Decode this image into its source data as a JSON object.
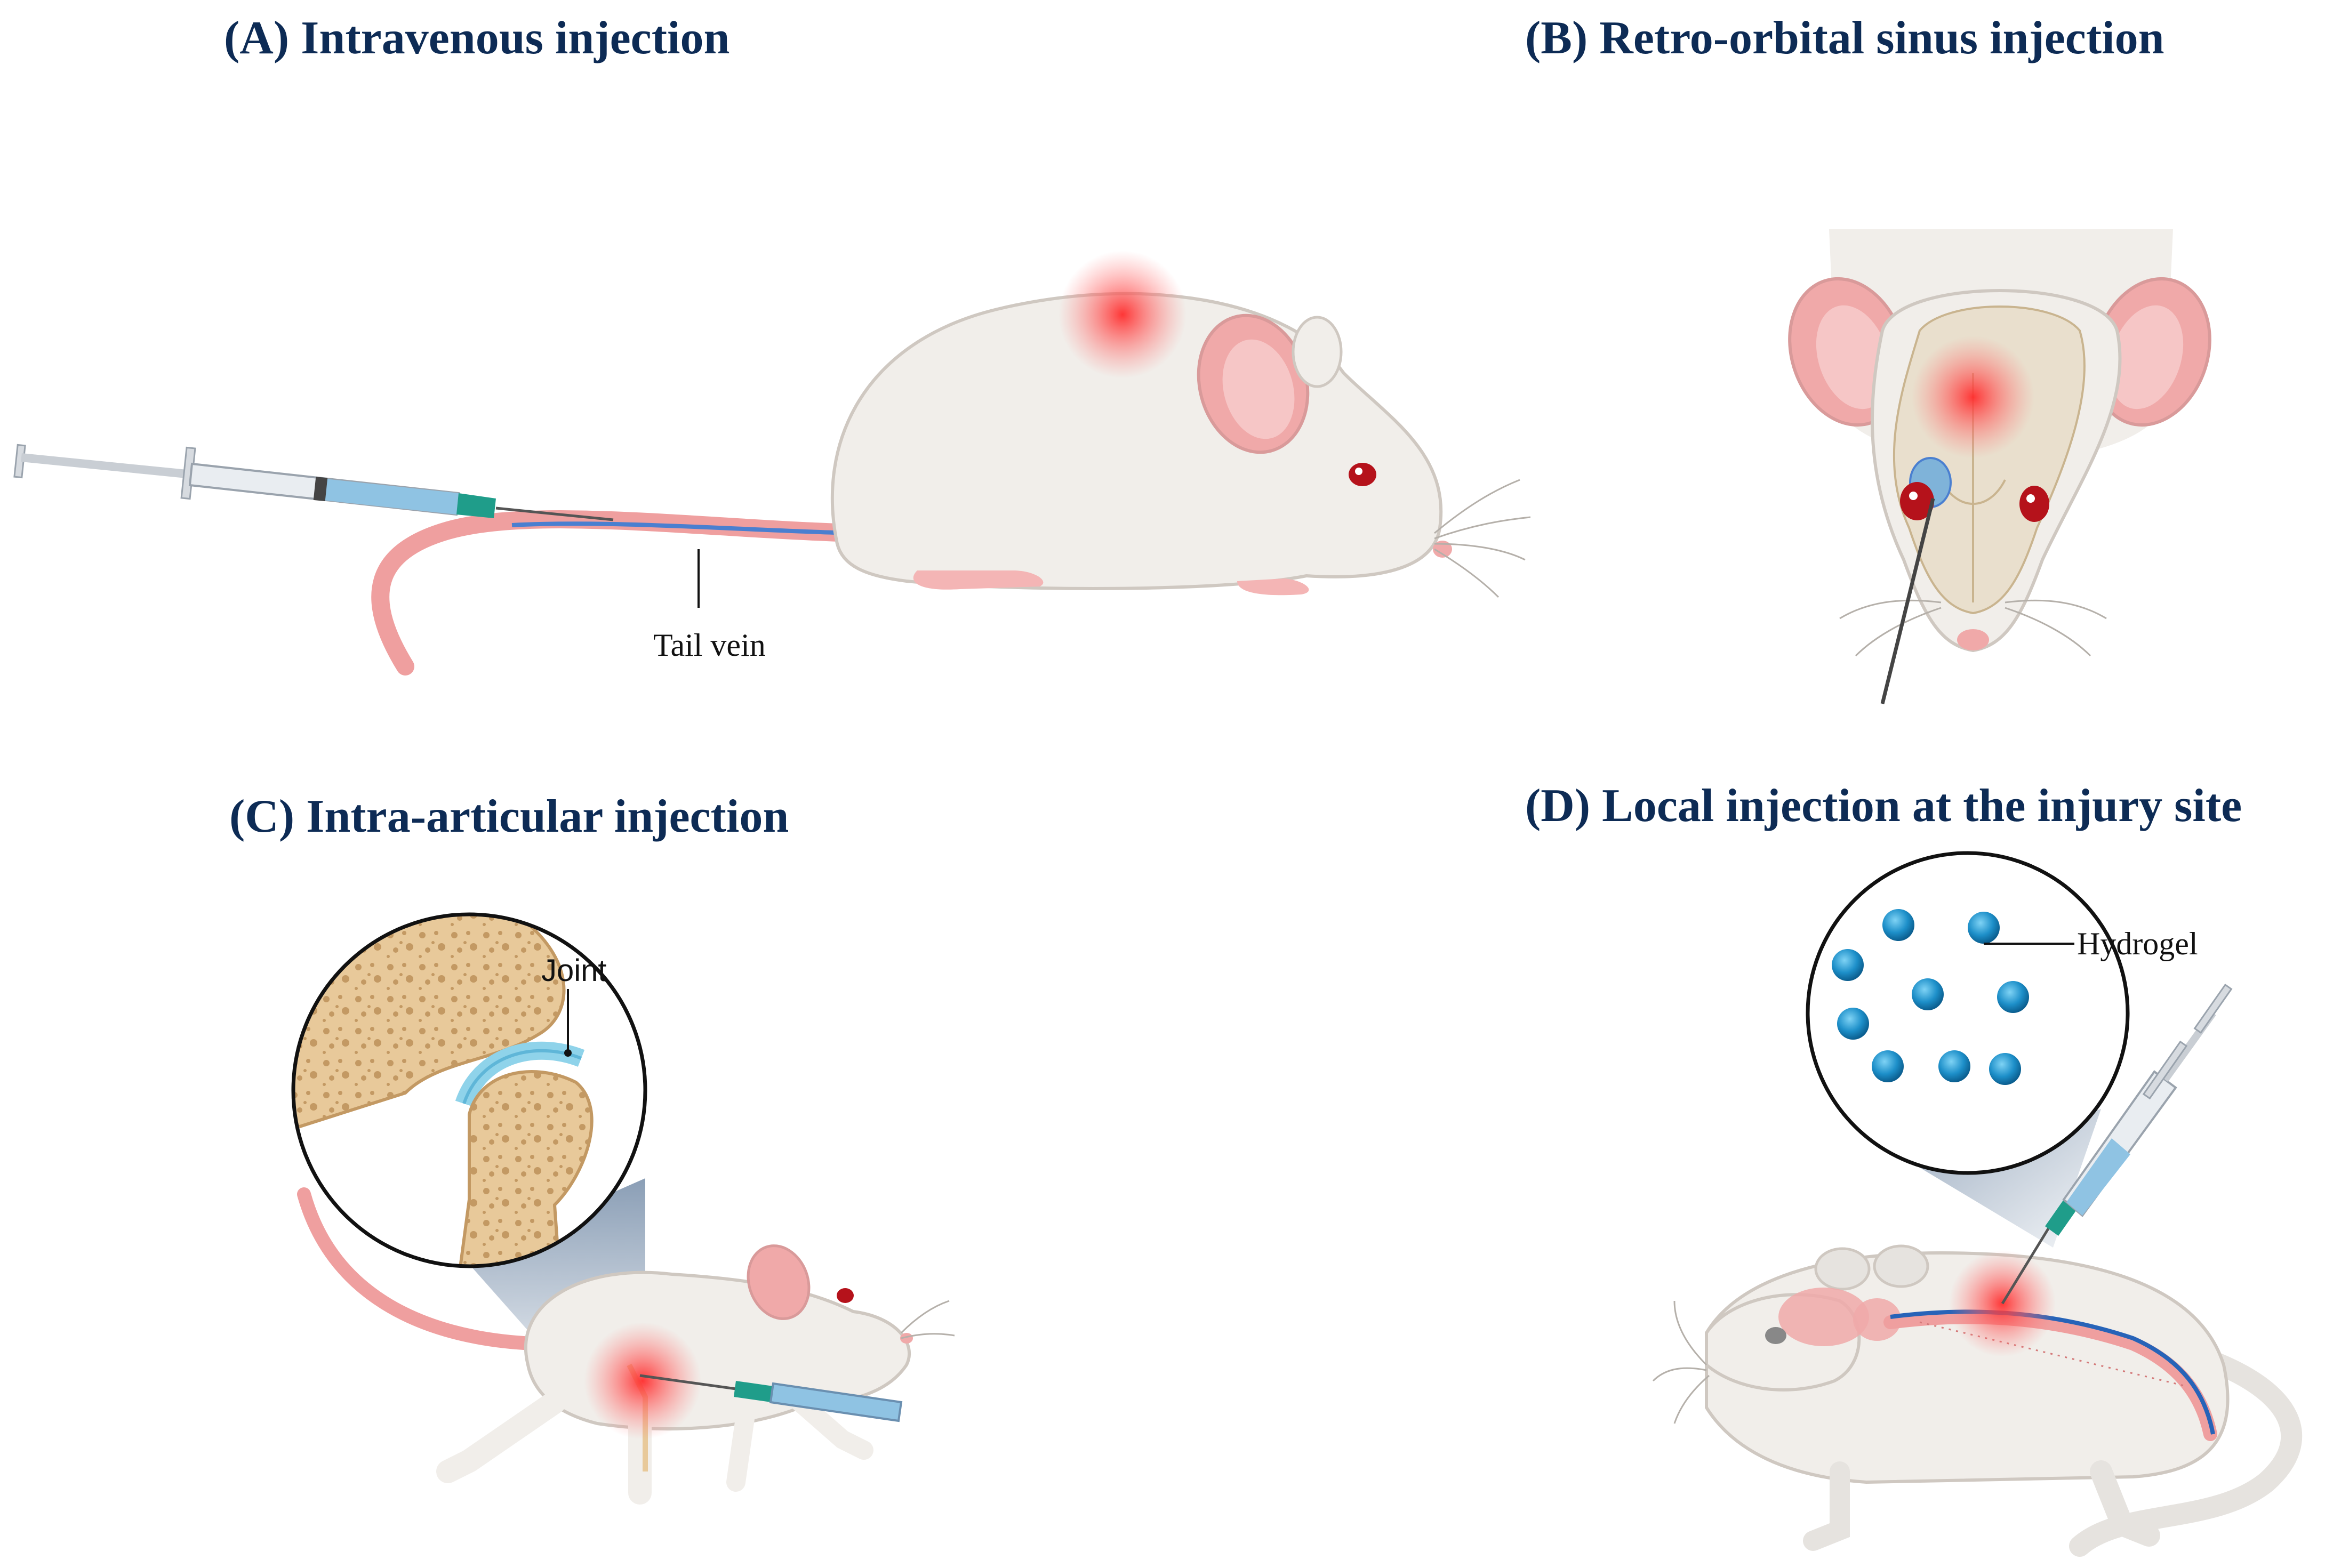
{
  "panels": {
    "a": {
      "title": "(A) Intravenous injection",
      "label": "Tail vein"
    },
    "b": {
      "title": "(B) Retro-orbital sinus injection"
    },
    "c": {
      "title": "(C) Intra-articular injection",
      "label": "Joint"
    },
    "d": {
      "title": "(D) Local injection at the injury site",
      "label": "Hydrogel"
    }
  },
  "colors": {
    "title": "#0d2b55",
    "mouse_body": "#f1eeea",
    "mouse_outline": "#cfc8c1",
    "ear_pink": "#f0a9a9",
    "tail_pink": "#ef9f9f",
    "vein_blue": "#4a7fd0",
    "glow_red": "#ff3b3b",
    "eye_red": "#b5121b",
    "bone_tan": "#e8c99a",
    "cartilage_blue": "#8fd3ea",
    "hydrogel_blue": "#1d8fc9",
    "needle_green": "#1f9d8a",
    "syringe_fill": "#8fc3e3"
  }
}
